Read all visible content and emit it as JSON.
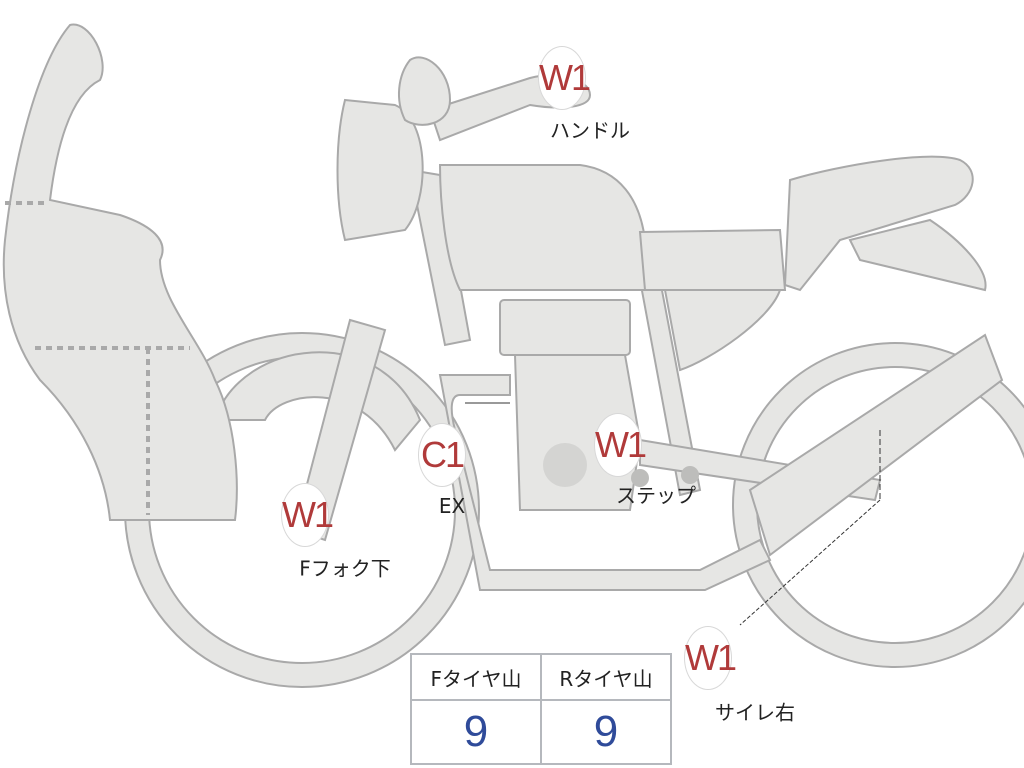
{
  "colors": {
    "body_fill": "#e6e6e4",
    "outline": "#a9a9a9",
    "marker_text": "#b03a3a",
    "value_text": "#2f4b9a"
  },
  "markers": [
    {
      "code": "W1",
      "label": "ハンドル"
    },
    {
      "code": "C1",
      "label": "EX"
    },
    {
      "code": "W1",
      "label": "ステップ"
    },
    {
      "code": "W1",
      "label": "Fフォク下"
    },
    {
      "code": "W1",
      "label": "サイレ右"
    }
  ],
  "tire_table": {
    "headers": [
      "Fタイヤ山",
      "Rタイヤ山"
    ],
    "values": [
      "9",
      "9"
    ]
  }
}
